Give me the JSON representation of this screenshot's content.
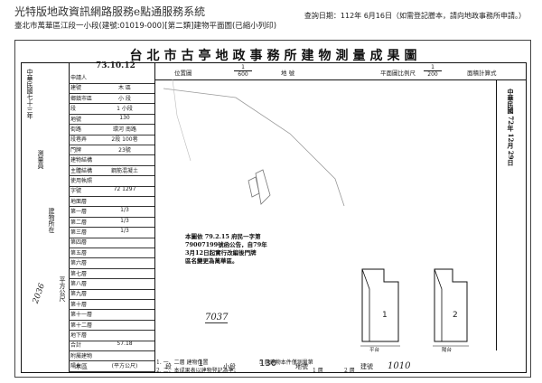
{
  "header": {
    "brand": "光特版地政資訊網路服務e點通服務系統",
    "query_date": "查詢日期：112年 6月16日（如需登記謄本，請向地政事務所申請。）",
    "address_line": "臺北市萬華區江段一小段(建號:01019-000)[第二類]建物平面圖(已縮小列印)"
  },
  "document": {
    "title": "台北市古亭地政事務所建物測量成果圖",
    "location_label": "位置圖",
    "scale_left": {
      "num": "1",
      "den": "600"
    },
    "unit_left": "地 號",
    "scale_right_label": "平面圖比例尺",
    "scale_right": {
      "num": "1",
      "den": "200"
    },
    "area_label": "面積計算式",
    "stamp_text": "73.10.12",
    "form_rows": [
      {
        "label": "申請人",
        "value": ""
      },
      {
        "label": "建號",
        "value": "木 區"
      },
      {
        "label": "鄉鎮市區",
        "value": "小 段"
      },
      {
        "label": "段",
        "value": "1   小段"
      },
      {
        "label": "地號",
        "value": "130"
      },
      {
        "label": "街路",
        "value": "環河   南路"
      },
      {
        "label": "段巷弄",
        "value": "2段 100巷"
      },
      {
        "label": "門牌",
        "value": "23號"
      },
      {
        "label": "建物結構",
        "value": ""
      },
      {
        "label": "主體結構",
        "value": "鋼筋混凝土"
      },
      {
        "label": "使用執照",
        "value": ""
      },
      {
        "label": "字號",
        "value": "72 1297"
      },
      {
        "label": "地面層",
        "value": ""
      },
      {
        "label": "第一層",
        "value": "1/3"
      },
      {
        "label": "第二層",
        "value": "1/3"
      },
      {
        "label": "第三層",
        "value": "1/3"
      },
      {
        "label": "第四層",
        "value": ""
      },
      {
        "label": "第五層",
        "value": ""
      },
      {
        "label": "第六層",
        "value": ""
      },
      {
        "label": "第七層",
        "value": ""
      },
      {
        "label": "第八層",
        "value": ""
      },
      {
        "label": "第九層",
        "value": ""
      },
      {
        "label": "第十層",
        "value": ""
      },
      {
        "label": "第十一層",
        "value": ""
      },
      {
        "label": "第十二層",
        "value": ""
      },
      {
        "label": "地下層",
        "value": ""
      },
      {
        "label": "合計",
        "value": "57.18"
      },
      {
        "label": "附屬建物",
        "value": ""
      },
      {
        "label": "陽台",
        "value": "(平方公尺)"
      }
    ],
    "side_labels": [
      "中華民國七十三年",
      "測量員",
      "建物所在",
      "平方公尺"
    ],
    "notes": [
      "本圖依 79.2.15 府民一字第",
      "79007199號函公告，自79年",
      "3月12日起實行改編後門牌",
      "區名變更為萬華區。"
    ],
    "right_side_note": "中華民國 72年 12月 29日",
    "legend": [
      "1. 一、二層 建物位置",
      "2. 二、本成果表以建物登記為準。"
    ],
    "legend_right": [
      "5 層建物本件僅測量第",
      "1 層",
      "2 層"
    ],
    "hand_number": "7037",
    "hand_number2": "1010",
    "bottom_row": {
      "label1": "木區",
      "label2": "段",
      "value2": "1",
      "label3": "小段",
      "value3": "130",
      "label4": "地號",
      "label5": "建號"
    },
    "plan_labels": [
      "1",
      "2",
      "平台",
      "陽台"
    ]
  }
}
